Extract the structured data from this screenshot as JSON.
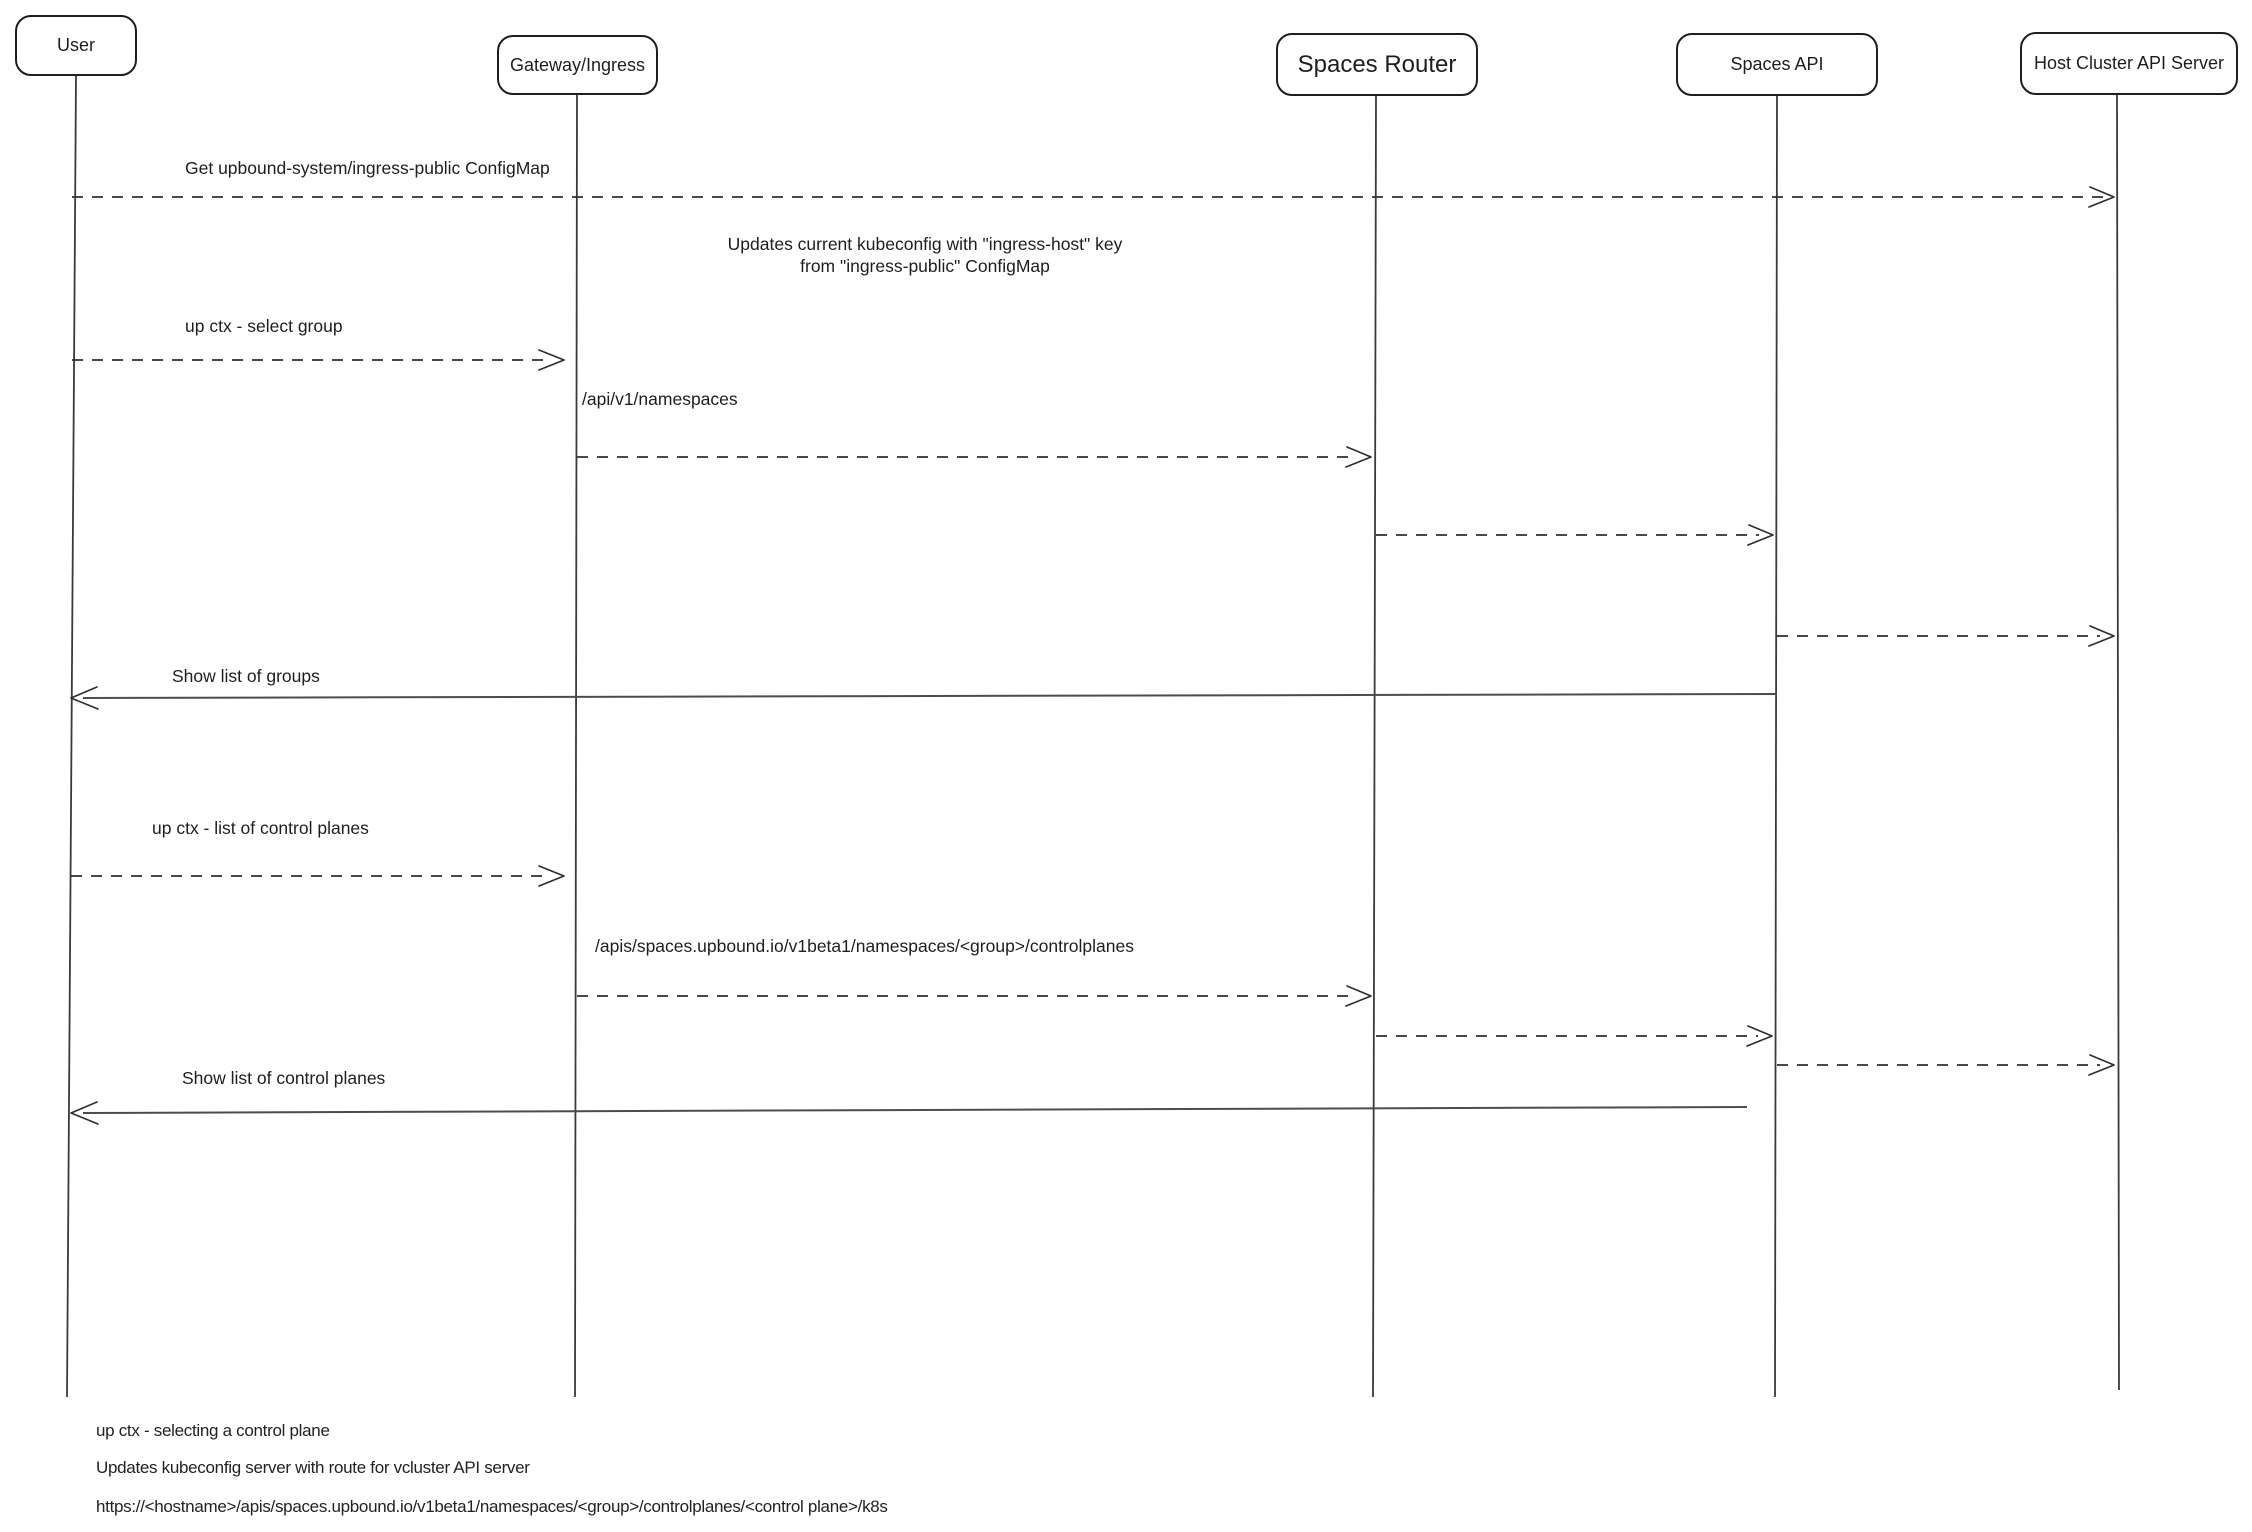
{
  "diagram": {
    "colors": {
      "stroke": "#1e1e1e",
      "background": "#ffffff"
    },
    "actors": [
      {
        "label": "User"
      },
      {
        "label": "Gateway/Ingress"
      },
      {
        "label": "Spaces Router"
      },
      {
        "label": "Spaces API"
      },
      {
        "label": "Host Cluster API Server"
      }
    ],
    "messages": [
      {
        "label": "Get upbound-system/ingress-public ConfigMap",
        "from": "User",
        "to": "Host Cluster API Server",
        "style": "dashed"
      },
      {
        "label": "up ctx - select group",
        "from": "User",
        "to": "Gateway/Ingress",
        "style": "dashed"
      },
      {
        "label": "/api/v1/namespaces",
        "from": "Gateway/Ingress",
        "to": "Spaces Router",
        "style": "dashed"
      },
      {
        "label": "",
        "from": "Spaces Router",
        "to": "Spaces API",
        "style": "dashed"
      },
      {
        "label": "",
        "from": "Spaces API",
        "to": "Host Cluster API Server",
        "style": "dashed"
      },
      {
        "label": "Show list of groups",
        "from": "Spaces API",
        "to": "User",
        "style": "solid"
      },
      {
        "label": "up ctx - list of control planes",
        "from": "User",
        "to": "Gateway/Ingress",
        "style": "dashed"
      },
      {
        "label": "/apis/spaces.upbound.io/v1beta1/namespaces/<group>/controlplanes",
        "from": "Gateway/Ingress",
        "to": "Spaces Router",
        "style": "dashed"
      },
      {
        "label": "",
        "from": "Spaces Router",
        "to": "Spaces API",
        "style": "dashed"
      },
      {
        "label": "",
        "from": "Spaces API",
        "to": "Host Cluster API Server",
        "style": "dashed"
      },
      {
        "label": "Show list of control planes",
        "from": "Spaces API",
        "to": "User",
        "style": "solid"
      }
    ],
    "note": {
      "lines": [
        "Updates current kubeconfig with \"ingress-host\" key",
        "from \"ingress-public\" ConfigMap"
      ]
    },
    "footer": [
      "up ctx - selecting a control plane",
      "Updates kubeconfig server with route for vcluster API server",
      "https://<hostname>/apis/spaces.upbound.io/v1beta1/namespaces/<group>/controlplanes/<control plane>/k8s"
    ]
  }
}
